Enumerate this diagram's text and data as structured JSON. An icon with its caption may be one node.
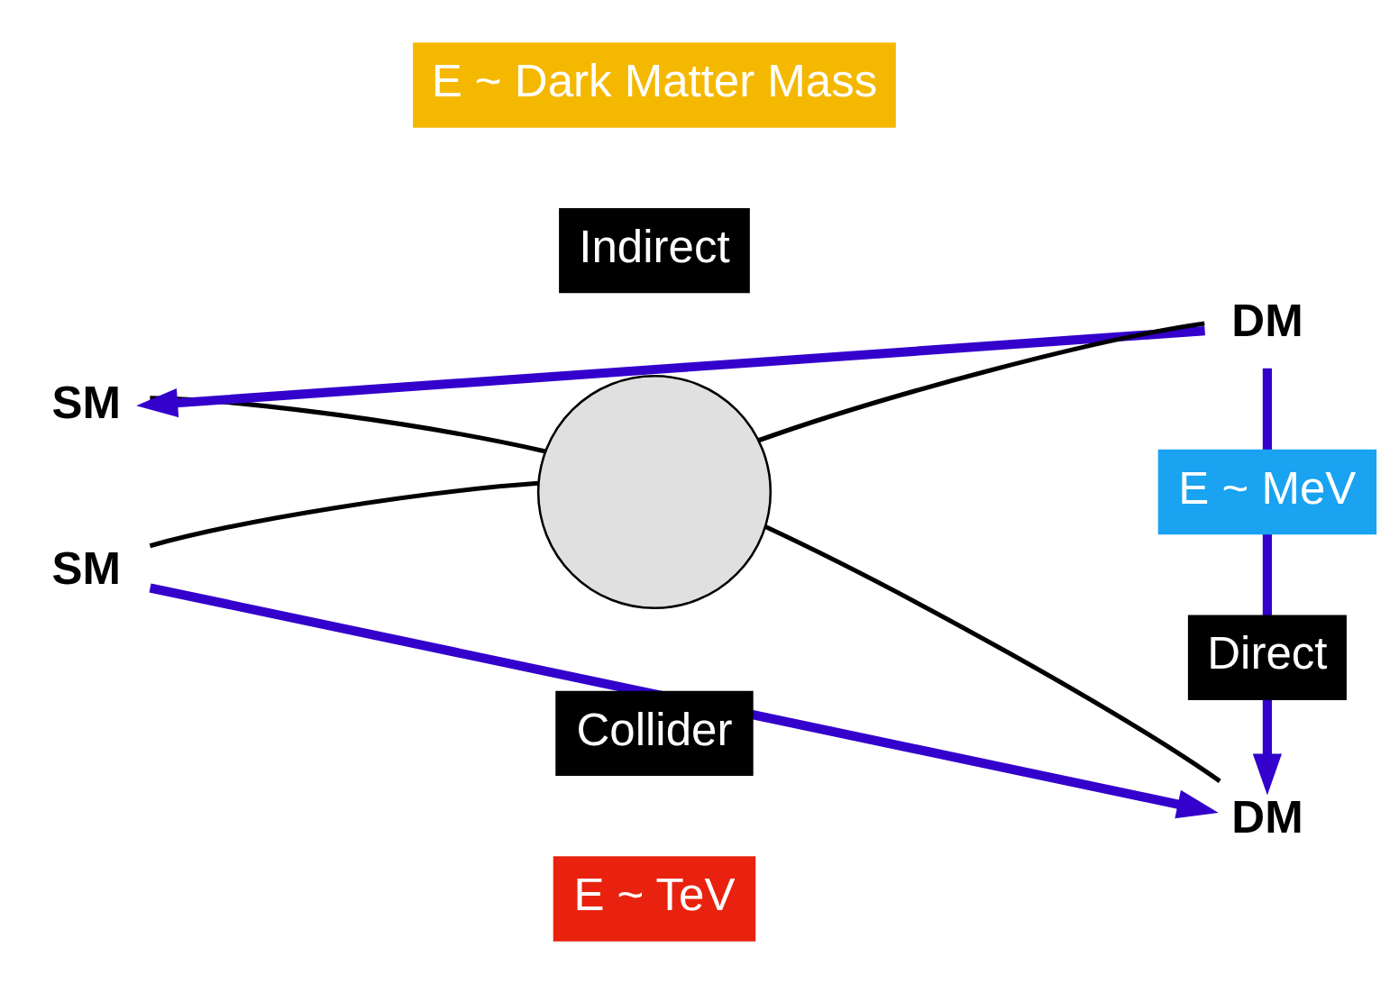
{
  "diagram": {
    "nodes": [
      {
        "text": [
          "SM"
        ]
      },
      {
        "text": [
          "DM"
        ]
      },
      {
        "text": [
          "SM"
        ]
      },
      {
        "text": [
          "DM"
        ]
      },
      {
        "text": [],
        "shape": "circle"
      }
    ],
    "edges": [
      {
        "from": 0,
        "to": 4,
        "arrow": "none"
      },
      {
        "from": 1,
        "to": 4,
        "arrow": "none"
      },
      {
        "from": 2,
        "to": 4,
        "arrow": "none"
      },
      {
        "from": 3,
        "to": 4,
        "arrow": "none"
      },
      {
        "from": 1,
        "to": 0,
        "arrow": "to",
        "style": "thick",
        "color": "#3300cc"
      },
      {
        "from": 1,
        "to": 3,
        "arrow": "to",
        "style": "thick",
        "color": "#3300cc"
      },
      {
        "from": 2,
        "to": 3,
        "arrow": "to",
        "style": "thick",
        "color": "#3300cc"
      }
    ],
    "labels": [
      "E ~ Dark Matter Mass",
      "Indirect",
      "E ~ MeV",
      "Direct",
      "Collider",
      "E ~ TeV"
    ]
  }
}
